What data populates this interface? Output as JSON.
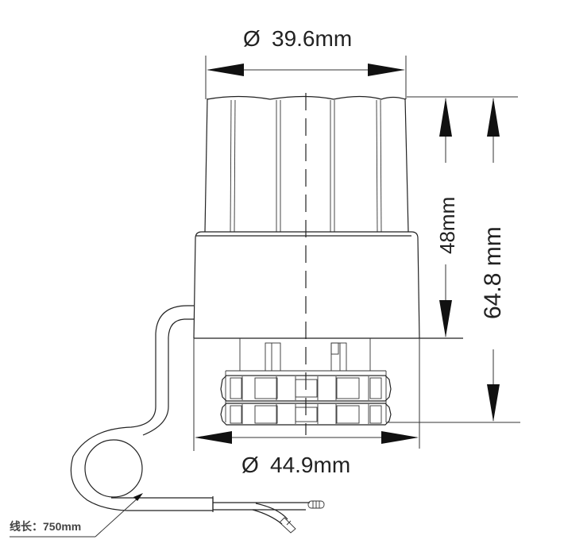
{
  "drawing": {
    "subject": "thermal actuator dimension drawing",
    "dimensions": {
      "top_diameter": {
        "symbol": "Ø",
        "value": "39.6mm"
      },
      "bottom_diameter": {
        "symbol": "Ø",
        "value": "44.9mm"
      },
      "body_height": {
        "value": "48mm"
      },
      "total_height": {
        "value": "64.8 mm"
      }
    },
    "cable_label": "线长：750mm",
    "colors": {
      "line": "#222222",
      "text": "#222222",
      "background": "#ffffff"
    }
  }
}
